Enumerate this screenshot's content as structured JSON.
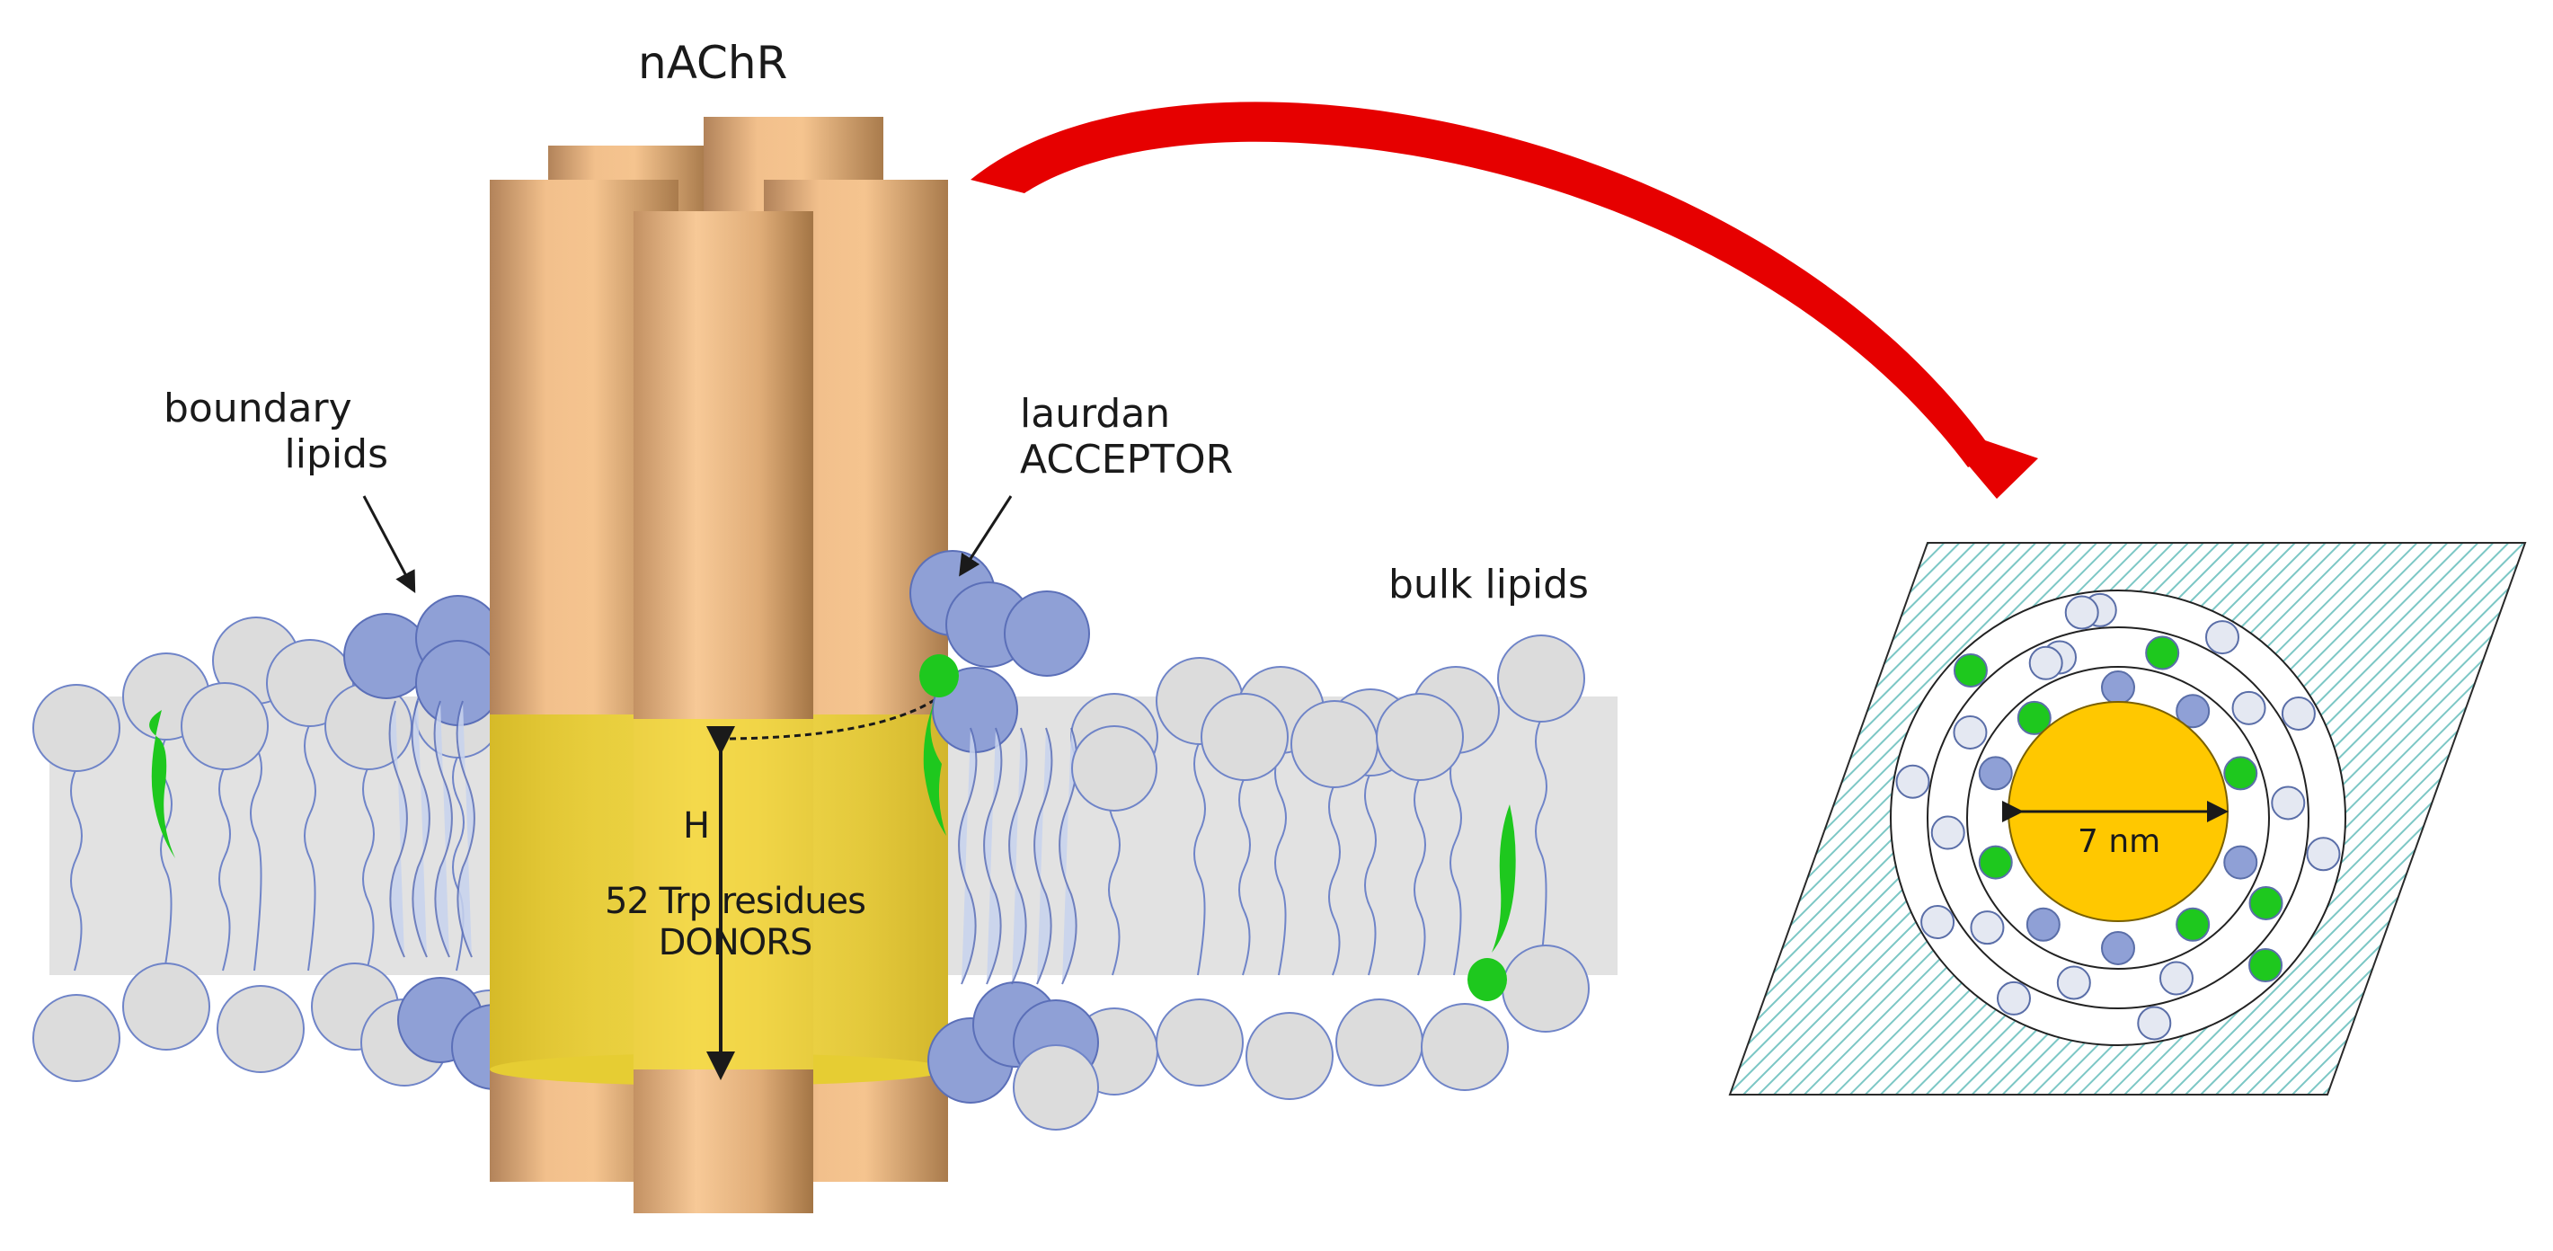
{
  "labels": {
    "title": "nAChR",
    "boundary_line1": "boundary",
    "boundary_line2": "lipids",
    "laurdan_line1": "laurdan",
    "laurdan_line2": "ACCEPTOR",
    "bulk": "bulk lipids",
    "height": "H",
    "donors_line1": "52 Trp residues",
    "donors_line2": "DONORS",
    "scale": "7 nm"
  },
  "colors": {
    "protein_dark": "#a87a4a",
    "protein_light": "#f5c28c",
    "trp_belt": "#f2d83a",
    "bulk_lipid": "#dcdcdc",
    "boundary_lipid": "#8fa0d6",
    "laurdan": "#1ec81e",
    "arrow": "#e60000",
    "hatch": "#8fd0cf",
    "core": "#ffc800"
  }
}
